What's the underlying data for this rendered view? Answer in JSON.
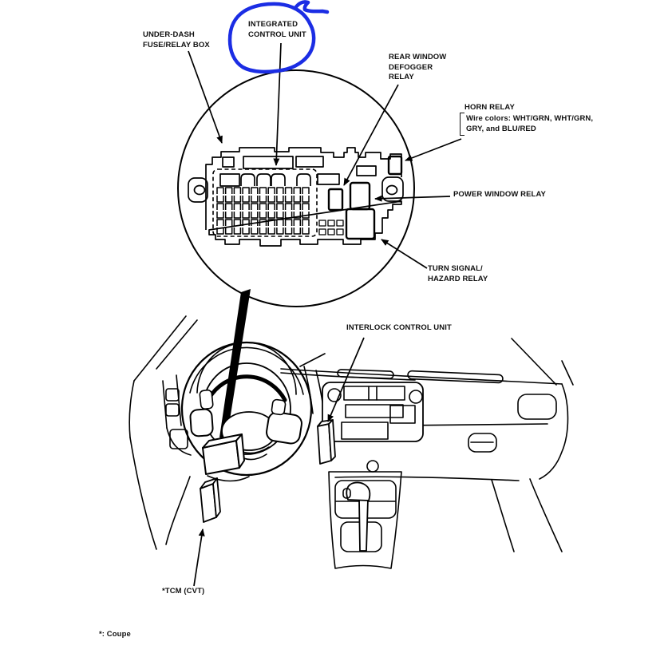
{
  "diagram": {
    "title": "relay-and-control-unit-location-diagram",
    "labels": {
      "under_dash_fuse_relay_box": "UNDER-DASH\nFUSE/RELAY BOX",
      "integrated_control_unit": "INTEGRATED\nCONTROL UNIT",
      "rear_window_defogger_relay": "REAR WINDOW\nDEFOGGER\nRELAY",
      "horn_relay": "HORN RELAY",
      "horn_relay_wire_colors": "Wire colors: WHT/GRN, WHT/GRN,\nGRY, and BLU/RED",
      "power_window_relay": "POWER WINDOW RELAY",
      "turn_signal_hazard_relay": "TURN SIGNAL/\nHAZARD RELAY",
      "interlock_control_unit": "INTERLOCK CONTROL UNIT",
      "tcm": "*TCM (CVT)",
      "footnote": "*: Coupe"
    },
    "annotation": {
      "shape": "freehand-circle",
      "color": "#1b2de4",
      "target": "INTEGRATED CONTROL UNIT"
    },
    "colors": {
      "line": "#000000",
      "background": "#ffffff",
      "highlight": "#1b2de4"
    }
  }
}
